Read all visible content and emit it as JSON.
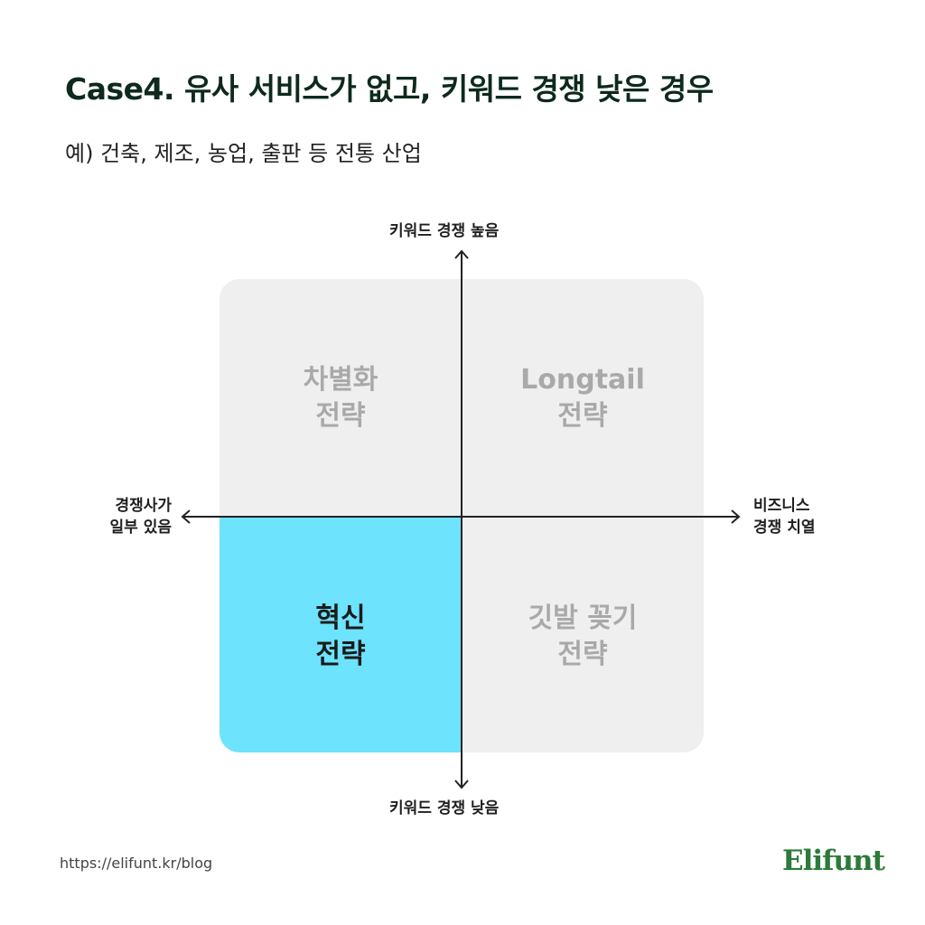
{
  "header": {
    "title": "Case4. 유사 서비스가 없고, 키워드 경쟁 낮은 경우",
    "subtitle": "예) 건축, 제조, 농업, 출판 등 전통 산업"
  },
  "matrix": {
    "axes": {
      "top": "키워드 경쟁 높음",
      "bottom": "키워드 경쟁 낮음",
      "left": [
        "경쟁사가",
        "일부 있음"
      ],
      "right": [
        "비즈니스",
        "경쟁 치열"
      ]
    },
    "quadrants": {
      "top_left": [
        "차별화",
        "전략"
      ],
      "top_right": [
        "Longtail",
        "전략"
      ],
      "bottom_left": [
        "혁신",
        "전략"
      ],
      "bottom_right": [
        "깃발 꽂기",
        "전략"
      ]
    },
    "highlight_color": "#6de3fd"
  },
  "footer": {
    "url": "https://elifunt.kr/blog",
    "logo": "Elifunt",
    "logo_color": "#2c7a3a"
  }
}
